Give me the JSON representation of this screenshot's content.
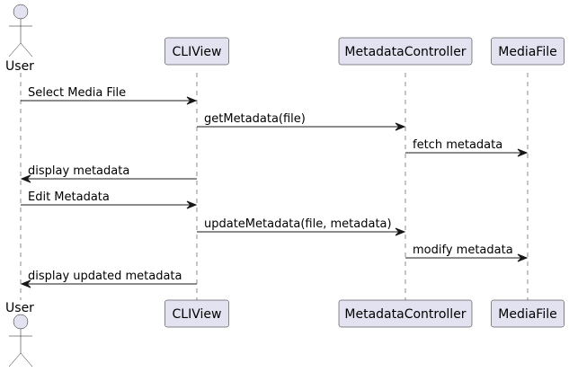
{
  "participants": [
    {
      "id": "user",
      "label": "User",
      "kind": "actor"
    },
    {
      "id": "cliview",
      "label": "CLIView",
      "kind": "box"
    },
    {
      "id": "metadata_controller",
      "label": "MetadataController",
      "kind": "box"
    },
    {
      "id": "media_file",
      "label": "MediaFile",
      "kind": "box"
    }
  ],
  "messages": [
    {
      "from": "user",
      "to": "cliview",
      "label": "Select Media File"
    },
    {
      "from": "cliview",
      "to": "metadata_controller",
      "label": "getMetadata(file)"
    },
    {
      "from": "metadata_controller",
      "to": "media_file",
      "label": "fetch metadata"
    },
    {
      "from": "cliview",
      "to": "user",
      "label": "display metadata"
    },
    {
      "from": "user",
      "to": "cliview",
      "label": "Edit Metadata"
    },
    {
      "from": "cliview",
      "to": "metadata_controller",
      "label": "updateMetadata(file, metadata)"
    },
    {
      "from": "metadata_controller",
      "to": "media_file",
      "label": "modify metadata"
    },
    {
      "from": "cliview",
      "to": "user",
      "label": "display updated metadata"
    }
  ],
  "colors": {
    "participant_fill": "#e2e2f0",
    "participant_stroke": "#181818",
    "lifeline": "#181818",
    "arrow": "#181818"
  }
}
